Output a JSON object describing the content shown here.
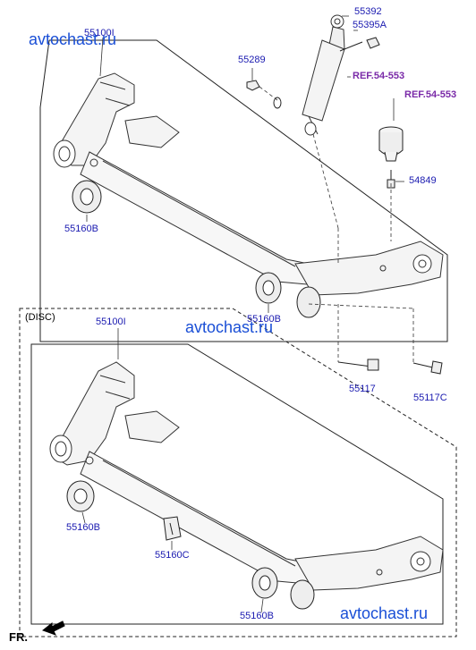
{
  "watermark": "avtochast.ru",
  "variant_label": "(DISC)",
  "orientation_label": "FR.",
  "colors": {
    "part_number": "#1a1ab0",
    "reference": "#7a2aa8",
    "watermark": "#1a4fd6"
  },
  "icons": {
    "front_arrow": "front-direction-arrow-icon"
  },
  "parts": {
    "beam_top": "55100I",
    "beam_disc": "55100I",
    "shock_absorber_nut": "55392",
    "shock_absorber_bolt": "55395A",
    "shock_washer": "55289",
    "mount_bolt": "54849",
    "bushing_top_left": "55160B",
    "bushing_top_right": "55160B",
    "beam_bolt": "55117",
    "beam_bolt_c": "55117C",
    "bushing_disc_left": "55160B",
    "bushing_disc_small": "55160C",
    "bushing_disc_right": "55160B"
  },
  "references": {
    "shock_absorber": "REF.54-553",
    "strut_mount": "REF.54-553"
  }
}
